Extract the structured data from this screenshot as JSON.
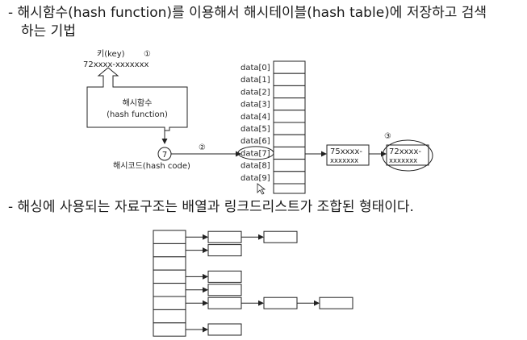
{
  "bullets": {
    "first_line1": "- 해시함수(hash function)를 이용해서 해시테이블(hash table)에 저장하고 검색",
    "first_line2": "하는 기법",
    "second": "- 해싱에 사용되는 자료구조는 배열과 링크드리스트가 조합된 형태이다."
  },
  "hash_diagram": {
    "key_label": "키(key)",
    "key_marker": "①",
    "key_value": "72xxxx-xxxxxxx",
    "function_label_ko": "해시함수",
    "function_label_en": "(hash function)",
    "hash_code_value": "7",
    "hash_code_label": "해시코드(hash code)",
    "arrow_marker": "②",
    "result_marker": "③",
    "table_rows": [
      "data[0]",
      "data[1]",
      "data[2]",
      "data[3]",
      "data[4]",
      "data[5]",
      "data[6]",
      "data[7]",
      "data[8]",
      "data[9]"
    ],
    "node1_line1": "75xxxx-",
    "node1_line2": "xxxxxxx",
    "node2_line1": "72xxxx-",
    "node2_line2": "xxxxxxx"
  },
  "structure_diagram": {
    "array_rows": 8,
    "chains": [
      {
        "row": 0,
        "nodes": 2
      },
      {
        "row": 1,
        "nodes": 1
      },
      {
        "row": 3,
        "nodes": 1
      },
      {
        "row": 4,
        "nodes": 1
      },
      {
        "row": 5,
        "nodes": 3
      },
      {
        "row": 7,
        "nodes": 1
      }
    ]
  }
}
